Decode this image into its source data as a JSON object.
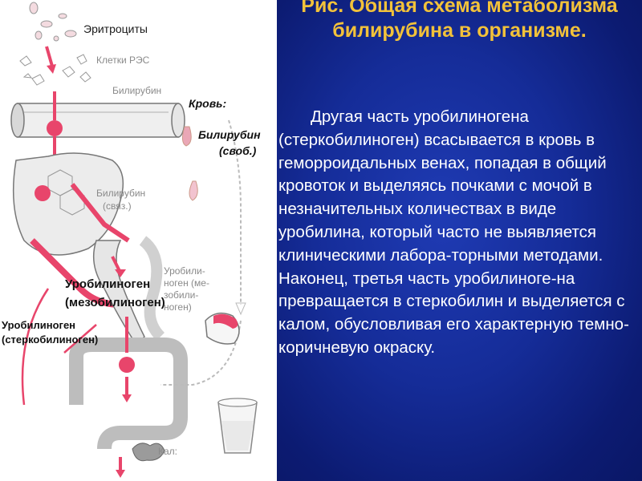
{
  "title": "Рис. Общая схема метаболизма билирубина в организме.",
  "paragraph1": "Другая часть уробилиногена (стеркобилиноген) всасывается в кровь в геморроидальных венах, попадая в общий кровоток и выделяясь почками с мочой в незначительных количествах в виде уробилина, который часто не выявляется клиническими лабора-торными методами.",
  "paragraph2": "Наконец, третья часть уробилиноге-на превращается в стеркобилин и выделяется с калом, обусловливая его характерную темно-коричневую окраску.",
  "diagram": {
    "erythrocytes": "Эритроциты",
    "res_cells": "Клетки РЭС",
    "bilirubin": "Билирубин",
    "blood": "Кровь:",
    "bilirubin_free": "Билирубин",
    "bilirubin_free_2": "(своб.)",
    "bilirubin_bound": "Билирубин",
    "bilirubin_bound_2": "(связ.)",
    "urobilinogen_meso": "Уробилиноген",
    "urobilinogen_meso_2": "(мезобилиноген)",
    "urobilinogen_sterco": "Уробилиноген",
    "urobilinogen_sterco_2": "(стеркобилиноген)",
    "urobili_gray_1": "Уробили-",
    "urobili_gray_2": "ноген (ме-",
    "urobili_gray_3": "зобили-",
    "urobili_gray_4": "ноген)",
    "feces": "Кал:"
  },
  "colors": {
    "accent": "#e8456b",
    "title": "#f2c23a",
    "background": "#152c98"
  }
}
